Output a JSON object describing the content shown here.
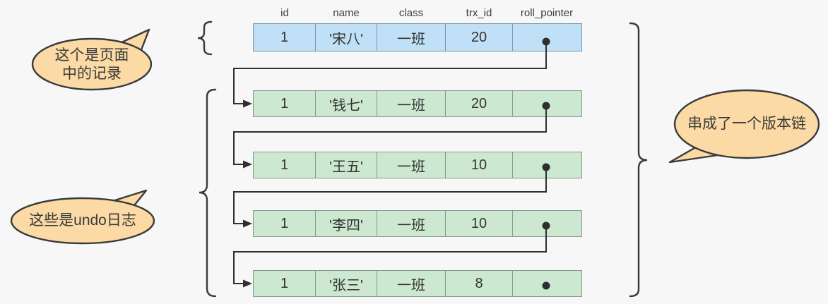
{
  "diagram": {
    "title_semantics": "MVCC version chain of one record with its undo logs",
    "headers": [
      "id",
      "name",
      "class",
      "trx_id",
      "roll_pointer"
    ],
    "page_row": {
      "cells": [
        "1",
        "'宋八'",
        "一班",
        "20"
      ],
      "roll_pointer_marker": "dot"
    },
    "undo_rows": [
      {
        "cells": [
          "1",
          "'钱七'",
          "一班",
          "20"
        ],
        "roll_pointer_marker": "dot"
      },
      {
        "cells": [
          "1",
          "'王五'",
          "一班",
          "10"
        ],
        "roll_pointer_marker": "dot"
      },
      {
        "cells": [
          "1",
          "'李四'",
          "一班",
          "10"
        ],
        "roll_pointer_marker": "dot"
      },
      {
        "cells": [
          "1",
          "'张三'",
          "一班",
          "8"
        ],
        "roll_pointer_marker": "dot"
      }
    ],
    "bubbles": {
      "page_record": {
        "line1": "这个是页面",
        "line2": "中的记录"
      },
      "undo_logs": {
        "text": "这些是undo日志"
      },
      "version_chain": {
        "text": "串成了一个版本链"
      }
    },
    "colors": {
      "background": "#f7f7f7",
      "page_row_fill": "#c0e0f7",
      "undo_row_fill": "#cde8d0",
      "bubble_fill": "#fbdaa5",
      "stroke_dark": "#3a3a3a",
      "arrow": "#2f2f2f"
    }
  }
}
